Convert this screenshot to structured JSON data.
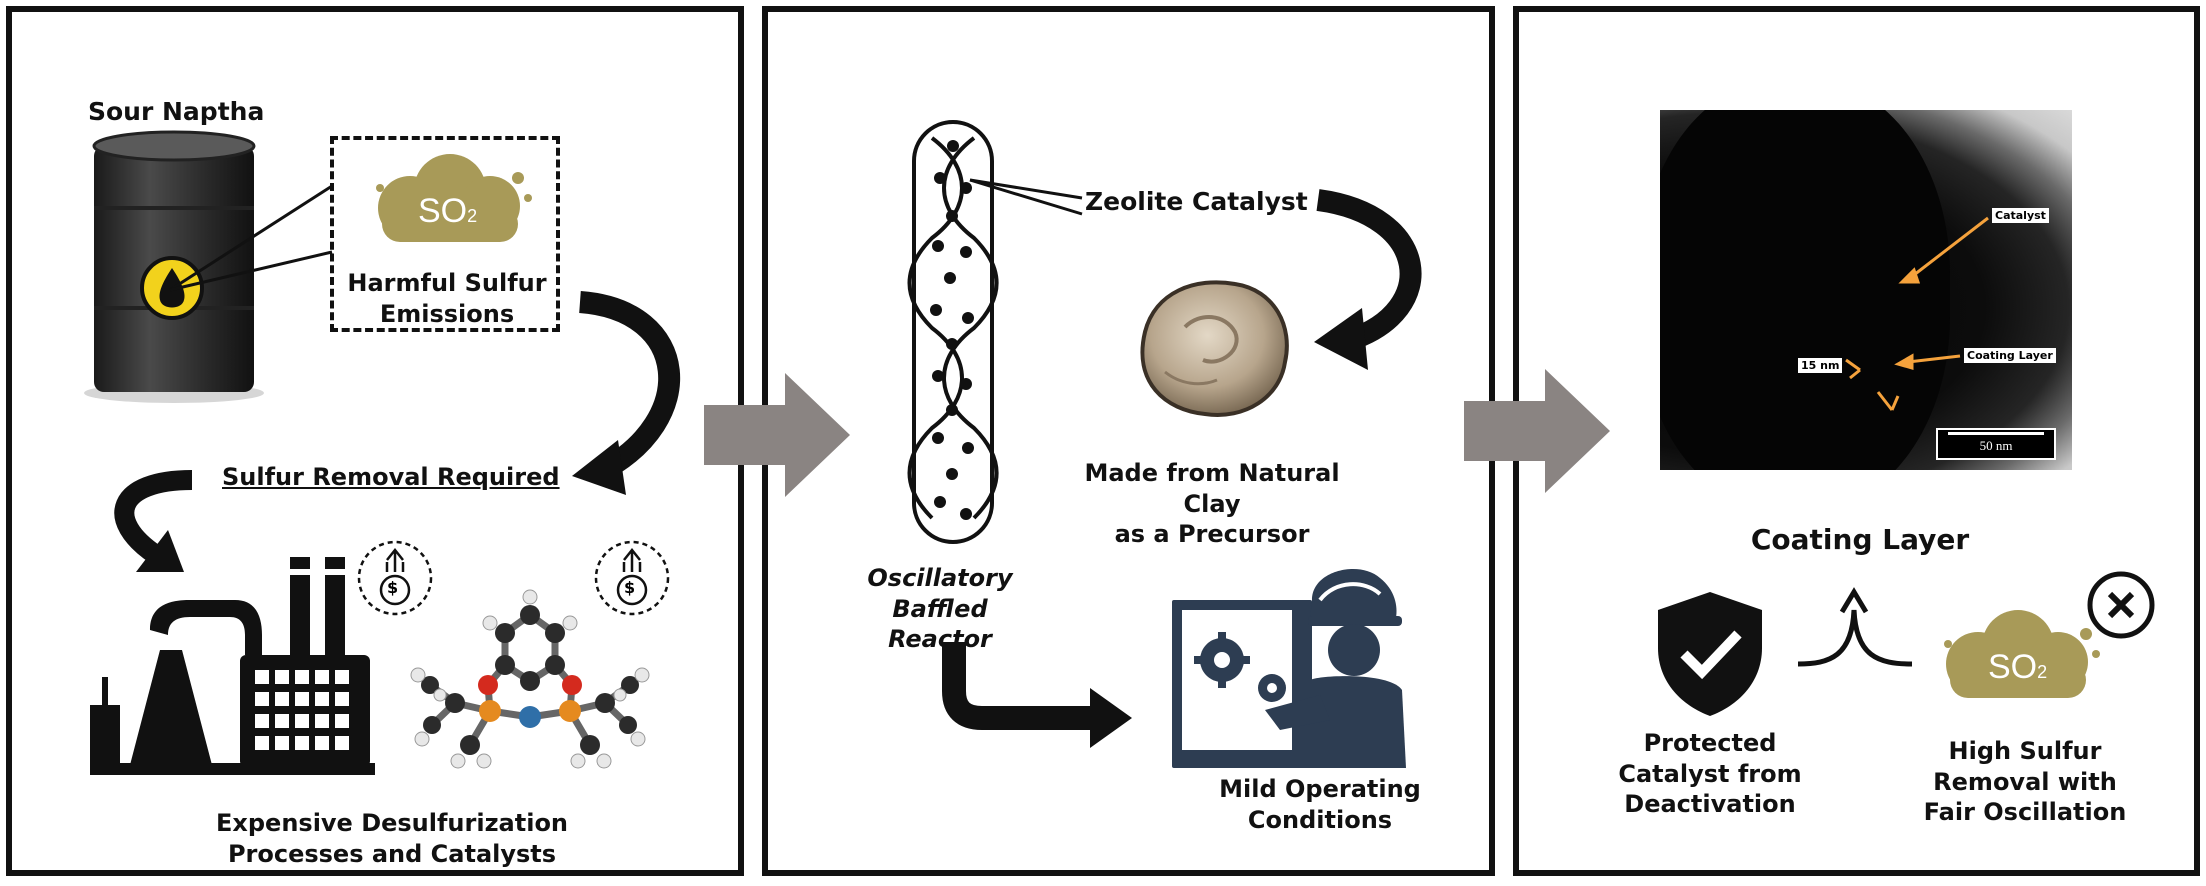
{
  "panel1": {
    "barrel_label": "Sour Naptha",
    "so2_text": "SO",
    "so2_sub": "2",
    "emissions_label": "Harmful Sulfur\nEmissions",
    "sulfur_removal_label": "Sulfur Removal Required",
    "currency_symbol": "$",
    "bottom_caption": "Expensive Desulfurization\nProcesses and Catalysts"
  },
  "panel2": {
    "zeolite_label": "Zeolite Catalyst",
    "reactor_label": "Oscillatory\nBaffled Reactor",
    "clay_label": "Made from Natural Clay\nas a Precursor",
    "conditions_label": "Mild Operating\nConditions"
  },
  "panel3": {
    "tem": {
      "catalyst_label": "Catalyst",
      "coating_label": "Coating Layer",
      "thickness_label": "15 nm",
      "scale_label": "50 nm"
    },
    "coating_title": "Coating Layer",
    "protected_label": "Protected\nCatalyst from\nDeactivation",
    "so2_text": "SO",
    "so2_sub": "2",
    "removal_label": "High Sulfur\nRemoval with\nFair Oscillation"
  },
  "colors": {
    "gold": "#a89a58",
    "dark": "#111111",
    "navy": "#2d3d52",
    "orange": "#f5a23c",
    "flow_arrow": "#8a8482"
  }
}
